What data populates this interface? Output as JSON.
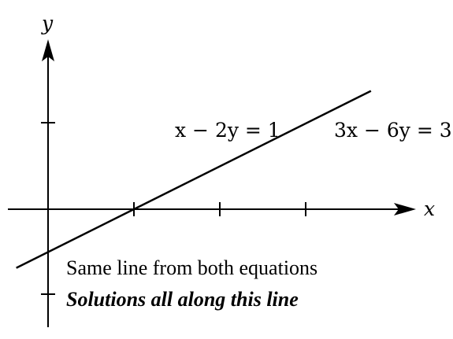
{
  "axes": {
    "x_label": "x",
    "y_label": "y"
  },
  "line": {
    "slope": 0.5,
    "intercept": -0.5
  },
  "equations": {
    "eq1": "x − 2y = 1",
    "eq2": "3x − 6y = 3"
  },
  "caption": {
    "line1": "Same line from both equations",
    "line2": "Solutions all along this line"
  }
}
